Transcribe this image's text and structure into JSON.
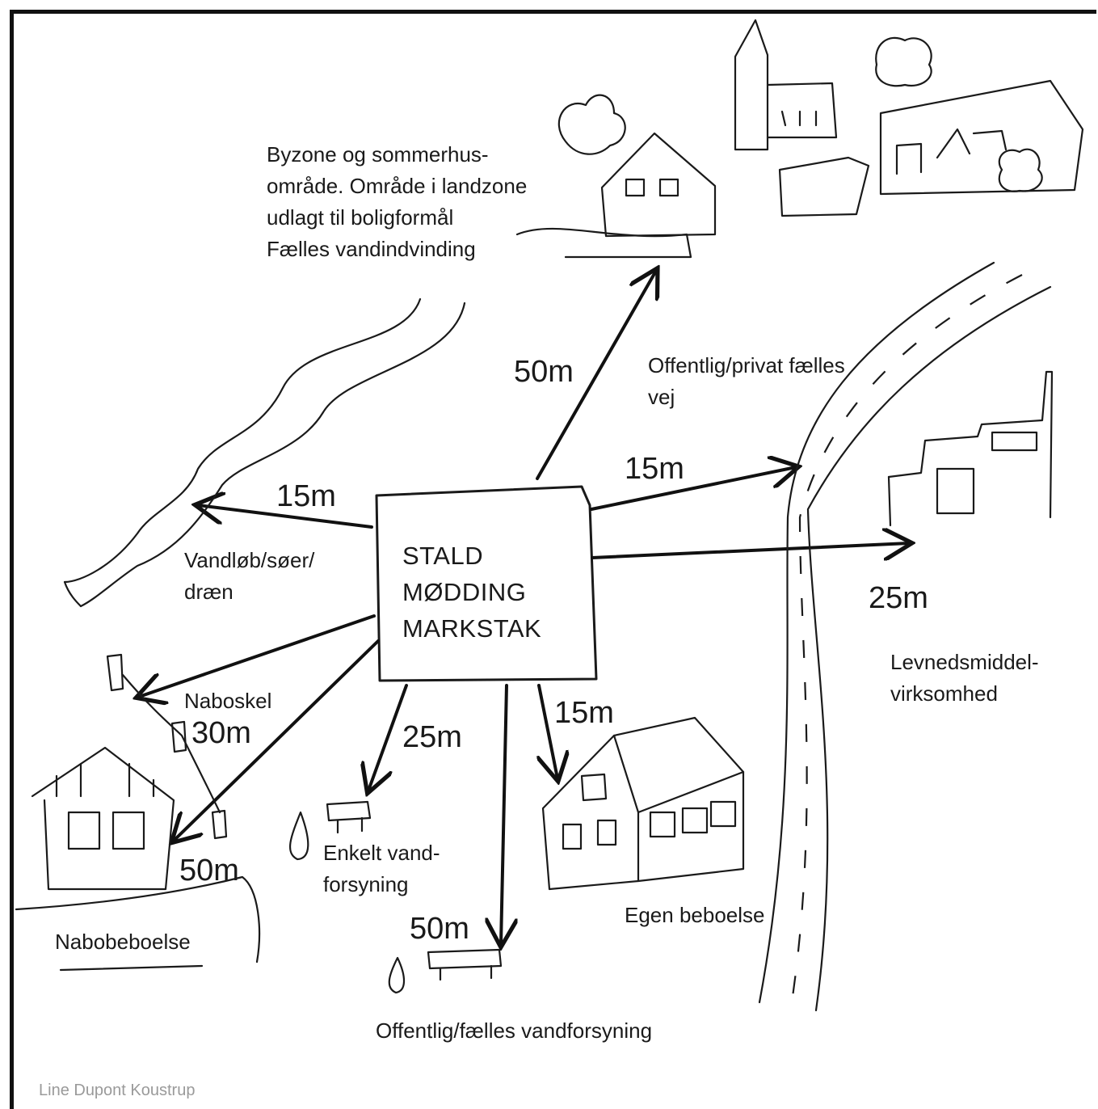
{
  "center_box": {
    "line1": "STALD",
    "line2": "MØDDING",
    "line3": "MARKSTAK"
  },
  "zones": {
    "byzone": "Byzone og sommerhus-\nområde. Område i landzone\nudlagt til boligformål\nFælles vandindvinding",
    "vej": "Offentlig/privat fælles\nvej",
    "vandlob": "Vandløb/søer/\ndræn",
    "levnedsmiddel": "Levnedsmiddel-\nvirksomhed",
    "naboskel": "Naboskel",
    "nabobeboelse": "Nabobeboelse",
    "enkelt_vand": "Enkelt vand-\nforsyning",
    "egen_beboelse": "Egen beboelse",
    "offentlig_vand": "Offentlig/fælles vandforsyning"
  },
  "distances": {
    "byzone": "50m",
    "vej": "15m",
    "vandlob": "15m",
    "levnedsmiddel": "25m",
    "naboskel": "30m",
    "nabobeboelse": "50m",
    "enkelt_vand": "25m",
    "egen_beboelse": "15m",
    "offentlig_vand": "50m"
  },
  "credit": "Line Dupont Koustrup"
}
